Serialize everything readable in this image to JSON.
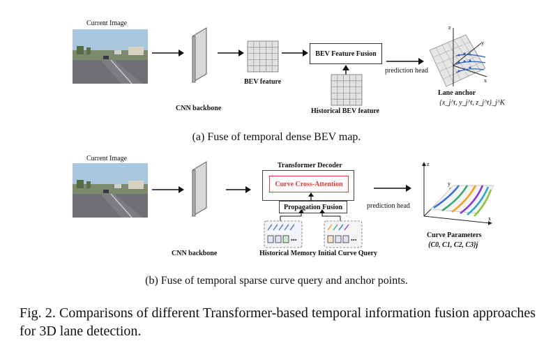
{
  "panel_a": {
    "current_image_label": "Current Image",
    "cnn_backbone_label": "CNN backbone",
    "bev_feature_label": "BEV feature",
    "fusion_box_label": "BEV Feature Fusion",
    "historical_bev_label": "Historical BEV feature",
    "prediction_head_label": "prediction head",
    "lane_anchor_label": "Lane anchor",
    "lane_anchor_formula": "{x_j^t, y_j^t, z_j^t}_j^K",
    "axis_labels": {
      "z": "z",
      "x": "x",
      "y": "y"
    },
    "caption": "(a) Fuse of temporal dense BEV map."
  },
  "panel_b": {
    "current_image_label": "Current Image",
    "cnn_backbone_label": "CNN backbone",
    "transformer_decoder_label": "Transformer Decoder",
    "curve_cross_attention_label": "Curve Cross-Attention",
    "propagation_fusion_label": "Propagation Fusion",
    "historical_memory_label": "Historical  Memory",
    "initial_curve_query_label": "Initial Curve Query",
    "prediction_head_label": "prediction head",
    "curve_parameters_label": "Curve Parameters",
    "curve_parameters_formula": "{C0, C1, C2, C3}j",
    "axis_labels": {
      "z": "z",
      "x": "x",
      "y": "y"
    },
    "caption": "(b) Fuse of temporal sparse curve query and anchor points."
  },
  "figure_caption": "Fig. 2.  Comparisons of different Transformer-based temporal information fusion approaches for 3D lane detection.",
  "colors": {
    "curve_attention_red": "#e53a3a",
    "lane_curves": [
      "#3a6fd8",
      "#3aa86b",
      "#f0a020",
      "#8a3ad0",
      "#2ea6c8",
      "#8cc63f"
    ]
  }
}
